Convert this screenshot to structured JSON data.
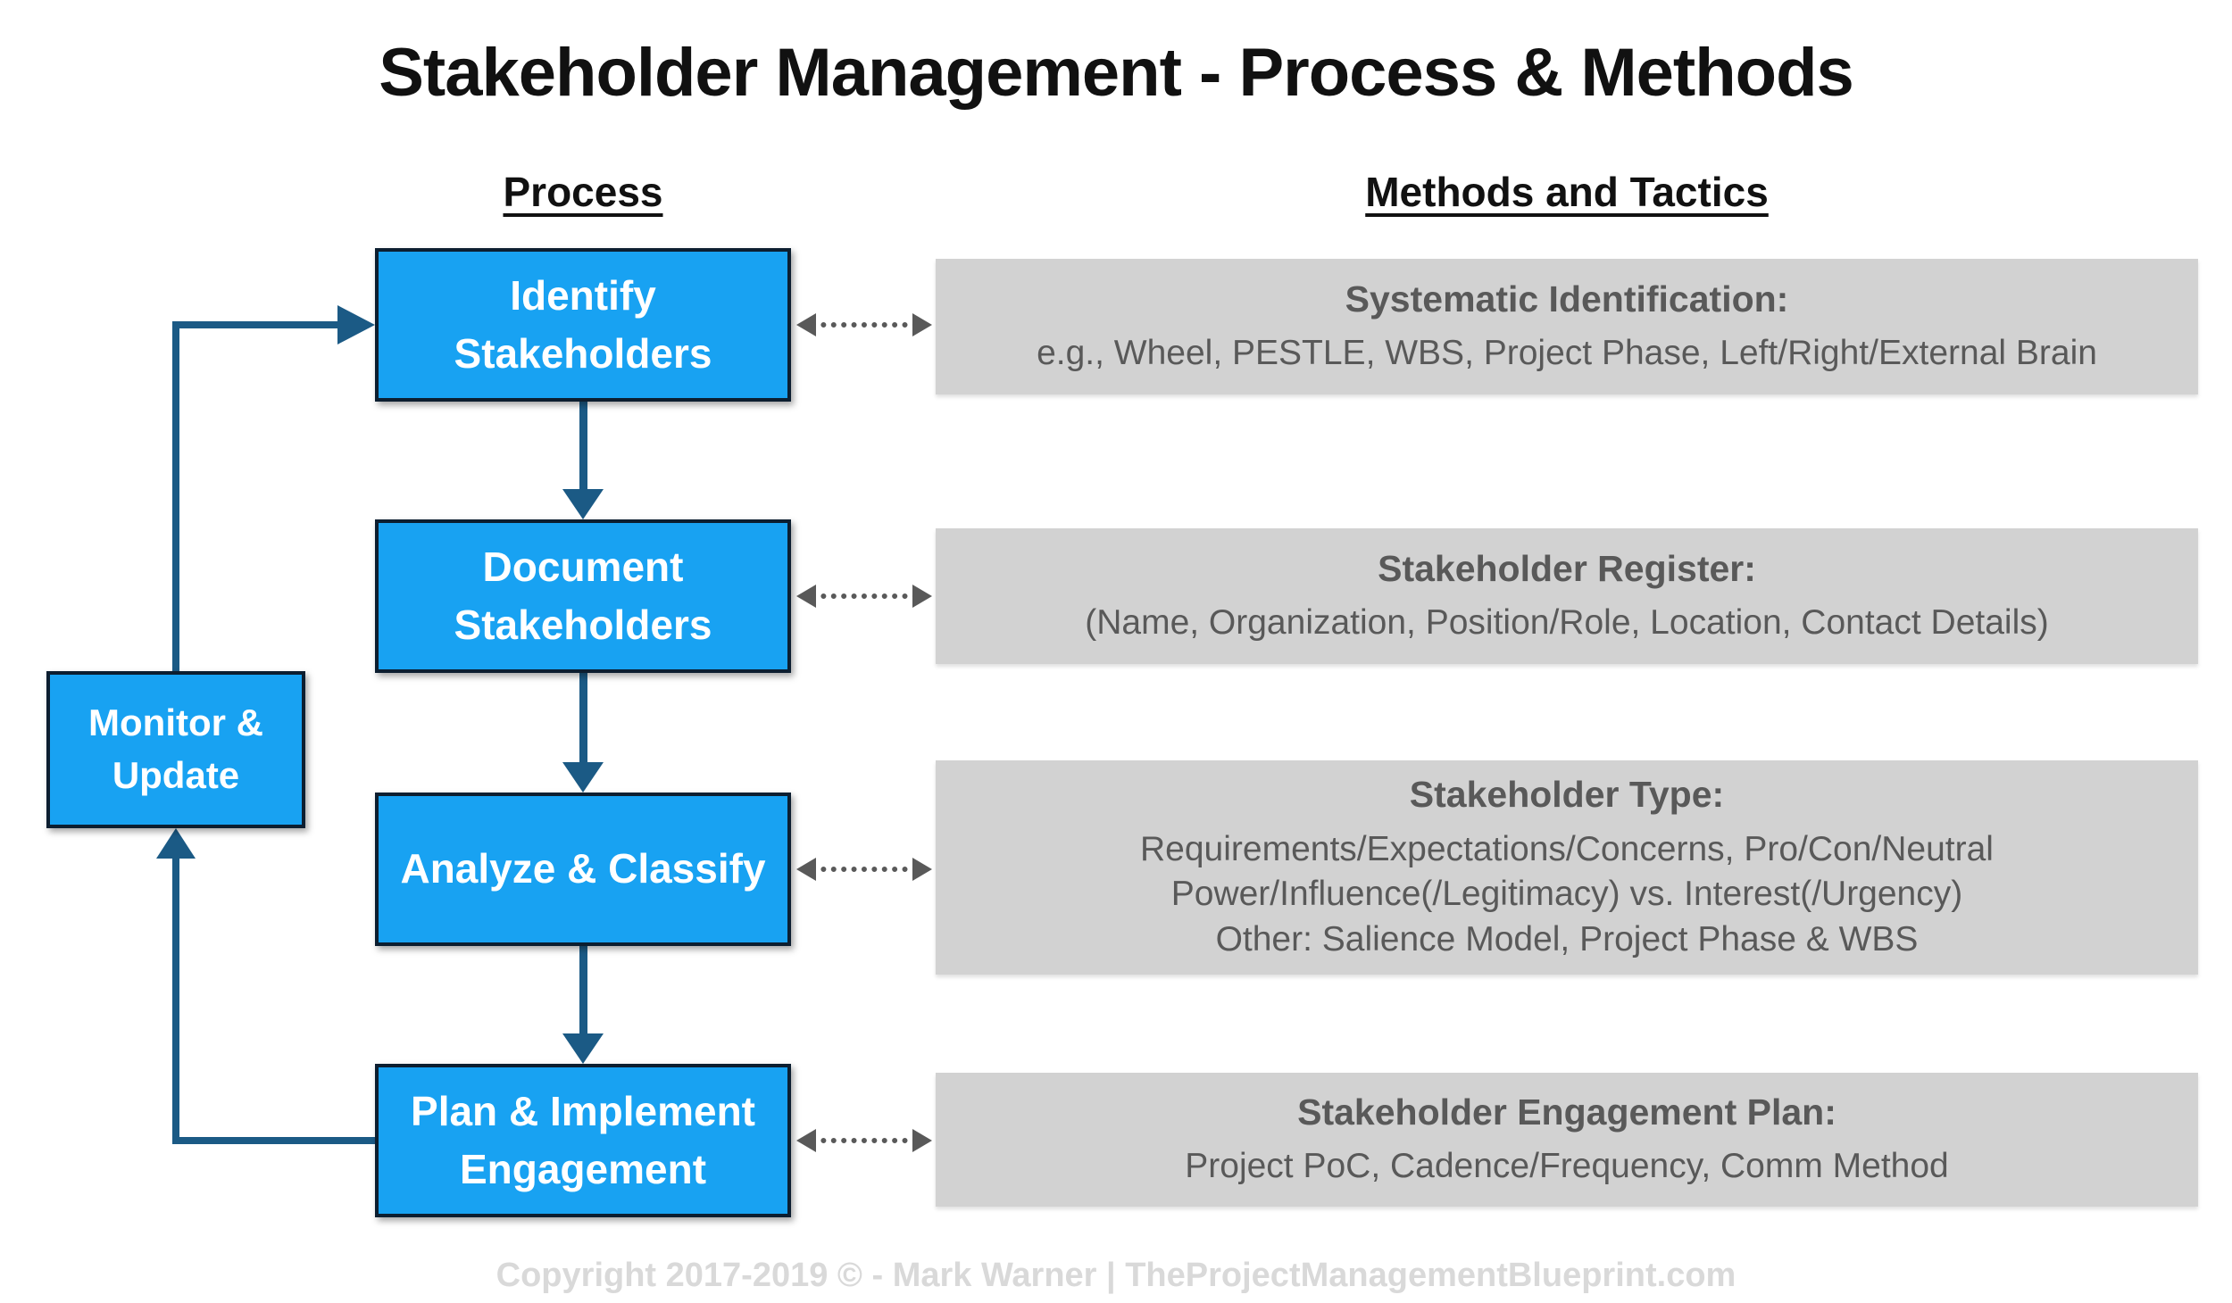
{
  "title": "Stakeholder Management - Process & Methods",
  "columns": {
    "process_header": "Process",
    "methods_header": "Methods and Tactics"
  },
  "process_steps": [
    {
      "lines": [
        "Identify",
        "Stakeholders"
      ]
    },
    {
      "lines": [
        "Document",
        "Stakeholders"
      ]
    },
    {
      "lines": [
        "Analyze & Classify"
      ]
    },
    {
      "lines": [
        "Plan & Implement",
        "Engagement"
      ]
    }
  ],
  "loop_box": {
    "lines": [
      "Monitor &",
      "Update"
    ]
  },
  "methods": [
    {
      "heading": "Systematic Identification:",
      "body": [
        "e.g., Wheel, PESTLE, WBS, Project Phase, Left/Right/External Brain"
      ]
    },
    {
      "heading": "Stakeholder Register:",
      "body": [
        "(Name, Organization, Position/Role, Location, Contact Details)"
      ]
    },
    {
      "heading": "Stakeholder Type:",
      "body": [
        "Requirements/Expectations/Concerns, Pro/Con/Neutral",
        "Power/Influence(/Legitimacy) vs. Interest(/Urgency)",
        "Other: Salience Model, Project Phase & WBS"
      ]
    },
    {
      "heading": "Stakeholder Engagement Plan:",
      "body": [
        "Project PoC, Cadence/Frequency, Comm Method"
      ]
    }
  ],
  "footer": {
    "copyright": "Copyright 2017-2019 © - Mark Warner | TheProjectManagementBlueprint.com"
  },
  "colors": {
    "process_box_fill": "#18A2F2",
    "process_box_border": "#0C1E30",
    "process_box_text": "#FFFFFF",
    "flow_arrow": "#1B5A85",
    "method_box_fill": "#D2D2D2",
    "method_text": "#595959",
    "dotted_connector": "#595959",
    "title_text": "#111111",
    "copyright_text": "#D9D9D9"
  }
}
